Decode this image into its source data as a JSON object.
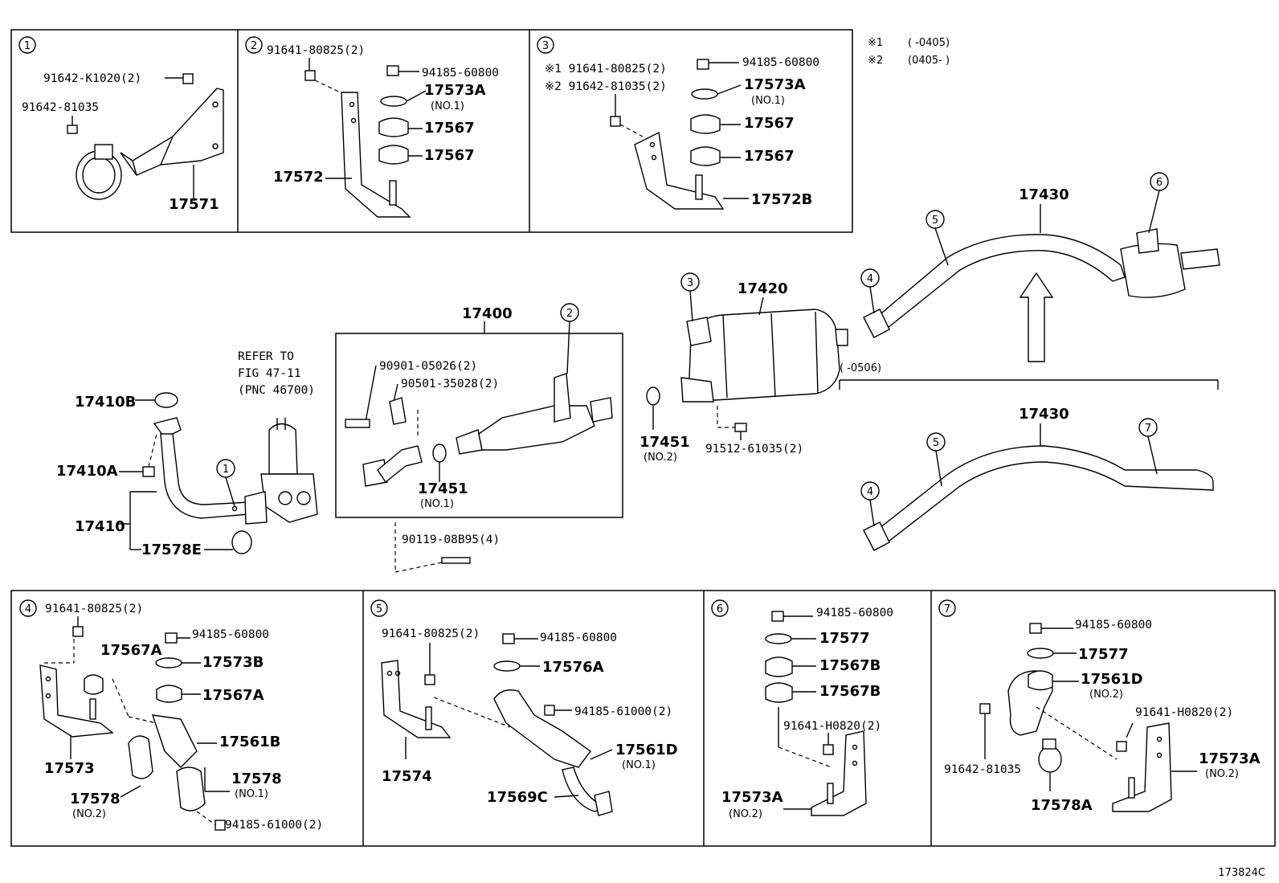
{
  "page": {
    "figure_code": "173824C"
  },
  "notes": [
    {
      "mark": "※1",
      "text": "(      -0405)"
    },
    {
      "mark": "※2",
      "text": "(0405-      )"
    }
  ],
  "panels": [
    {
      "id": "1",
      "labels": [
        "91642-K1020(2)",
        "91642-81035",
        "17571"
      ]
    },
    {
      "id": "2",
      "labels": [
        "91641-80825(2)",
        "94185-60800",
        "17573A",
        "(NO.1)",
        "17567",
        "17567",
        "17572"
      ]
    },
    {
      "id": "3",
      "labels": [
        "※1 91641-80825(2)",
        "※2 91642-81035(2)",
        "94185-60800",
        "17573A",
        "(NO.1)",
        "17567",
        "17567",
        "17572B"
      ]
    },
    {
      "id": "4",
      "labels": [
        "91641-80825(2)",
        "94185-60800",
        "17567A",
        "17573B",
        "17567A",
        "17561B",
        "17573",
        "17578",
        "(NO.1)",
        "17578",
        "(NO.2)",
        "94185-61000(2)"
      ]
    },
    {
      "id": "5",
      "labels": [
        "91641-80825(2)",
        "94185-60800",
        "17576A",
        "94185-61000(2)",
        "17561D",
        "(NO.1)",
        "17574",
        "17569C"
      ]
    },
    {
      "id": "6",
      "labels": [
        "94185-60800",
        "17577",
        "17567B",
        "17567B",
        "91641-H0820(2)",
        "17573A",
        "(NO.2)"
      ]
    },
    {
      "id": "7",
      "labels": [
        "94185-60800",
        "17577",
        "17561D",
        "(NO.2)",
        "91641-H0820(2)",
        "91642-81035",
        "17573A",
        "(NO.2)",
        "17578A"
      ]
    }
  ],
  "main": {
    "refer": [
      "REFER TO",
      "FIG 47-11",
      "(PNC 46700)"
    ],
    "front_pipe": [
      "17410B",
      "17410A",
      "17410",
      "17578E"
    ],
    "converter": [
      "17400",
      "90901-05026(2)",
      "90501-35028(2)",
      "17451",
      "(NO.1)",
      "90119-08B95(4)"
    ],
    "center": [
      "17451",
      "(NO.2)",
      "17420",
      "91512-61035(2)"
    ],
    "tail_upper": "17430",
    "tail_lower": "17430",
    "tail_range": "(        -0506)"
  },
  "callouts": {
    "c1": "1",
    "c2": "2",
    "c3": "3",
    "c4": "4",
    "c5": "5",
    "c6": "6",
    "c7": "7"
  }
}
